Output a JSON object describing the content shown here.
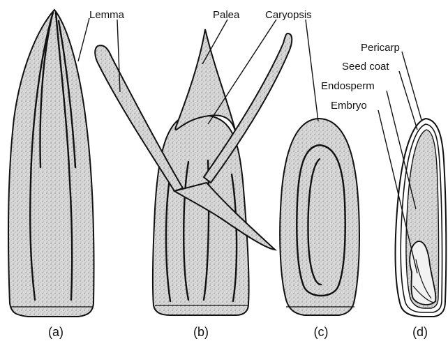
{
  "labels": {
    "lemma": "Lemma",
    "palea": "Palea",
    "caryopsis": "Caryopsis",
    "pericarp": "Pericarp",
    "seed_coat": "Seed coat",
    "endosperm": "Endosperm",
    "embryo": "Embryo"
  },
  "captions": {
    "a": "(a)",
    "b": "(b)",
    "c": "(c)",
    "d": "(d)"
  },
  "colors": {
    "ink": "#111111",
    "stipple_base": "#d6d6d6",
    "background": "#ffffff"
  }
}
